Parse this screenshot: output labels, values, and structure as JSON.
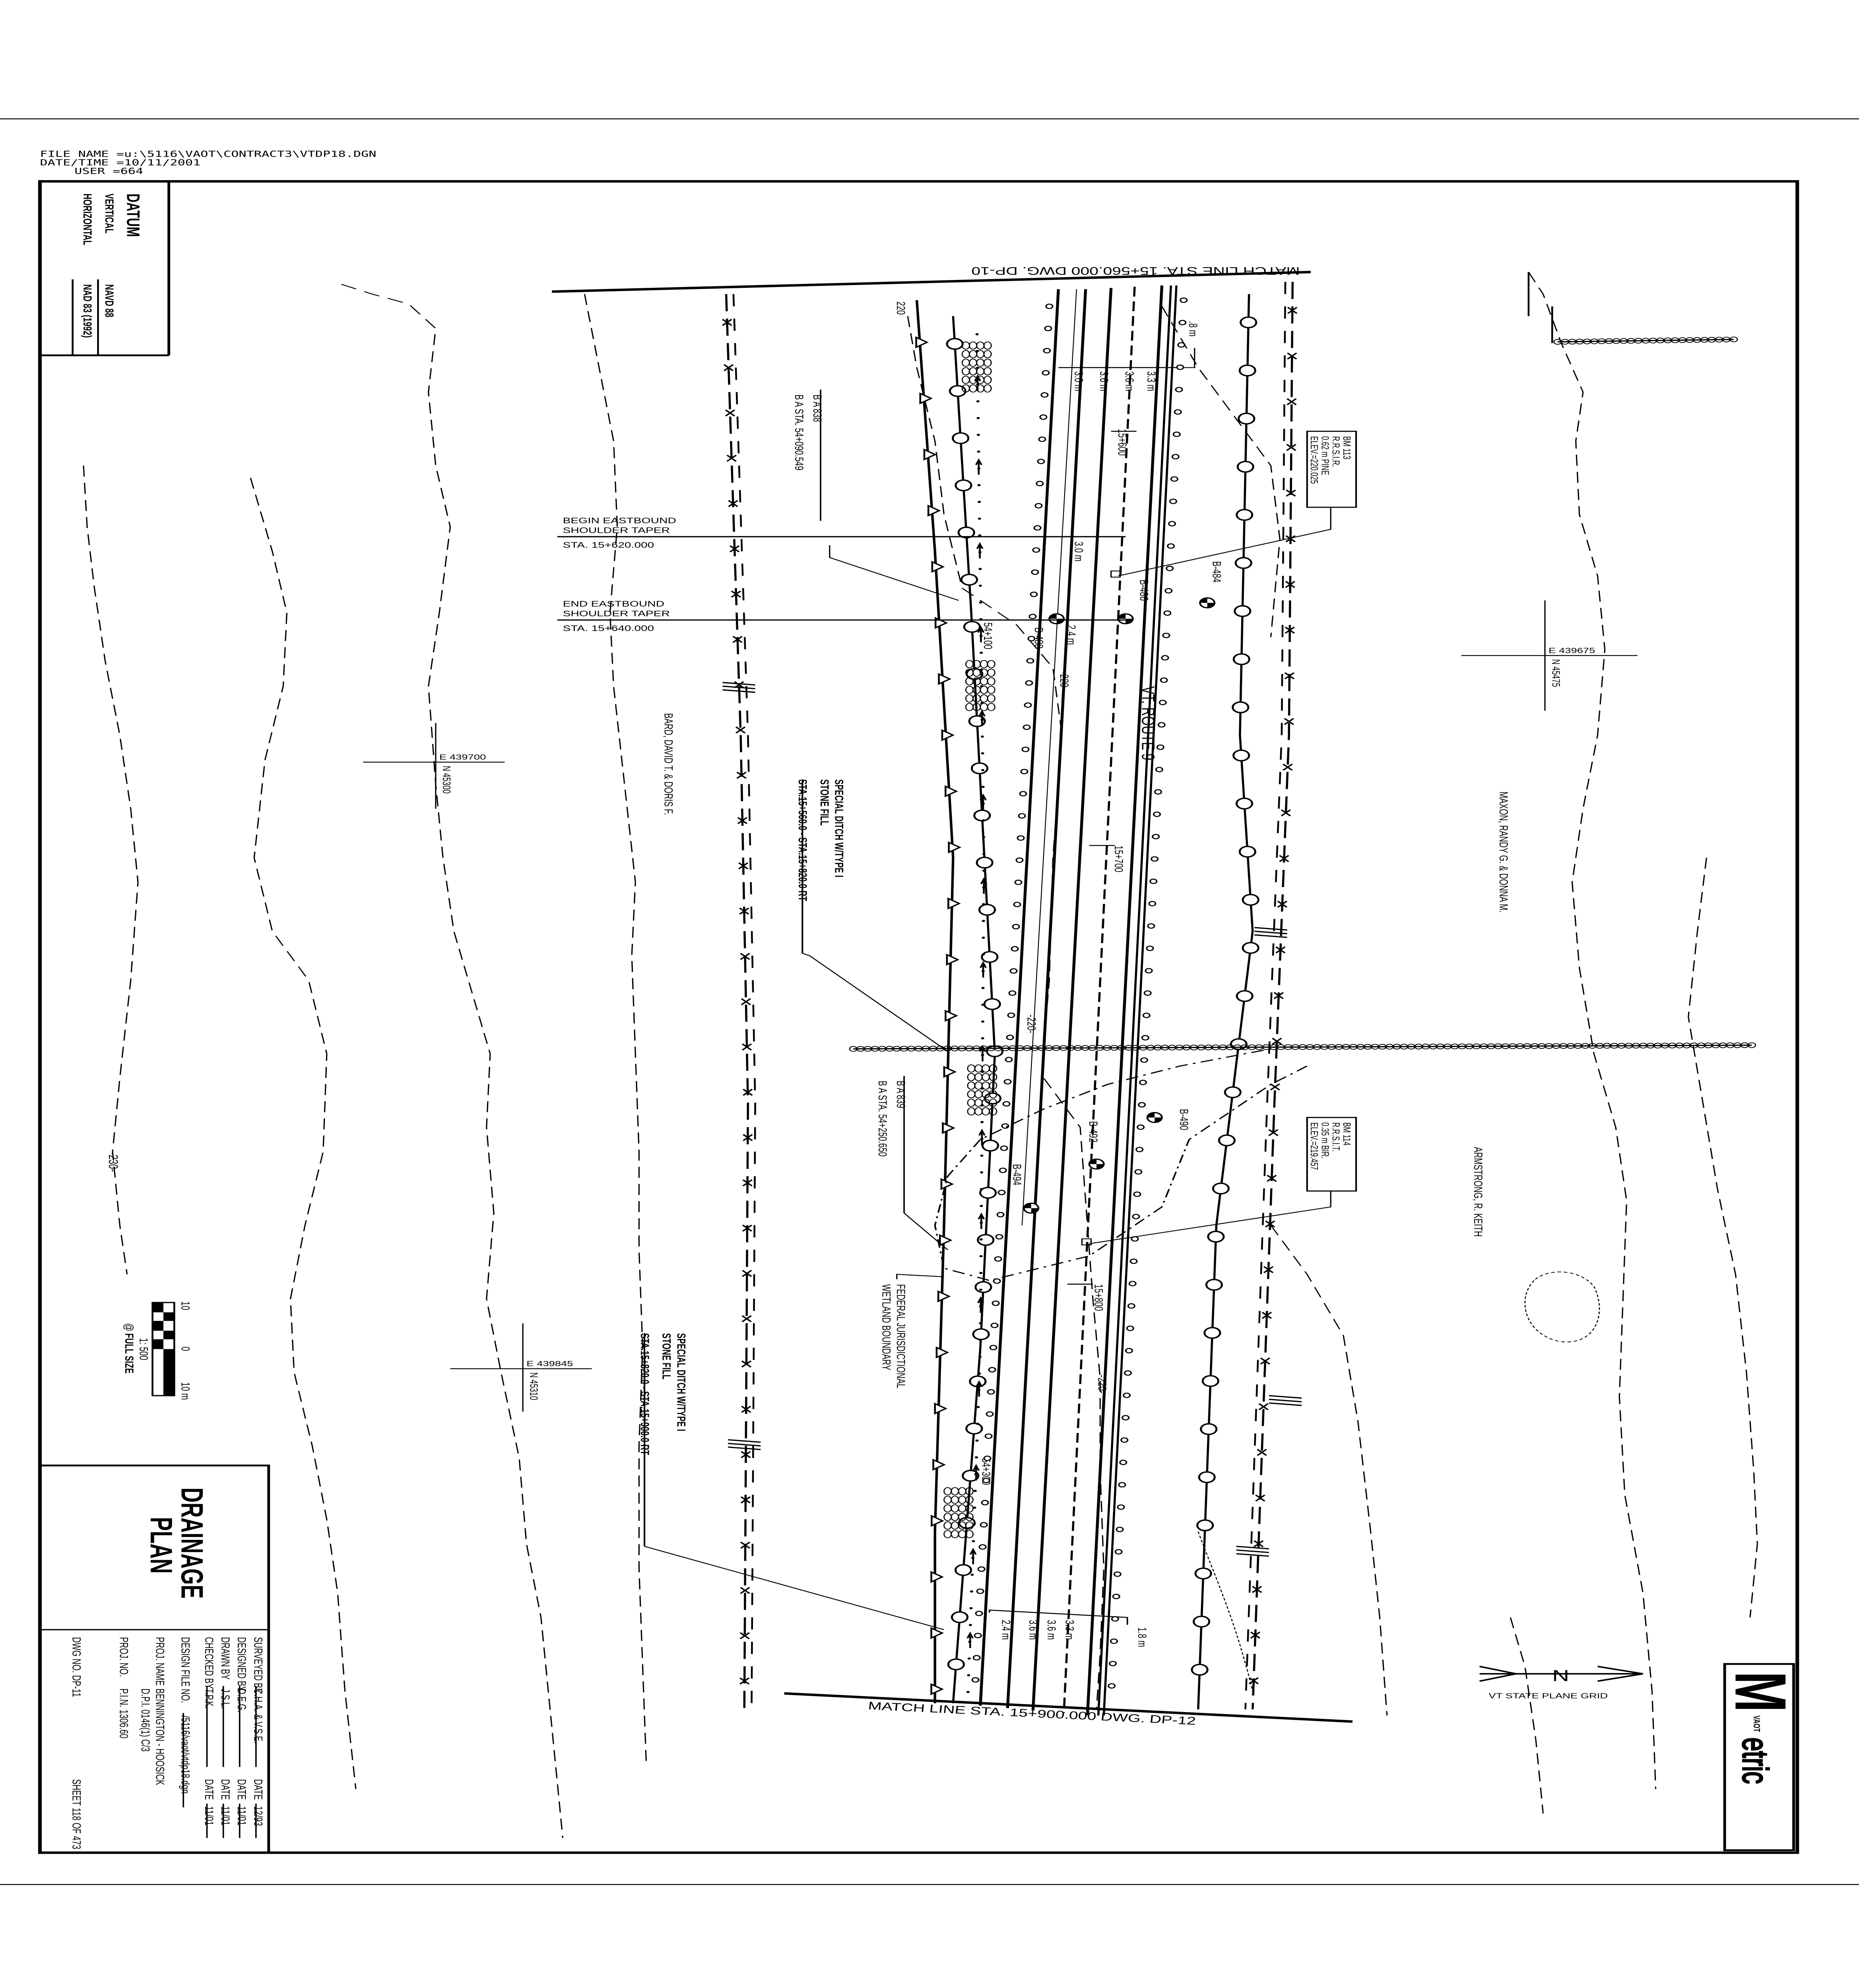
{
  "header": {
    "file_name": "FILE NAME =u:\\5116\\VAOT\\CONTRACT3\\VTDP18.DGN",
    "date_time": "DATE/TIME =10/11/2001",
    "user": "USER =664"
  },
  "datum": {
    "title": "DATUM",
    "vertical_label": "VERTICAL",
    "vertical_value": "NAVD 88",
    "horizontal_label": "HORIZONTAL",
    "horizontal_value": "NAD 83 (1992)"
  },
  "scale_bar": {
    "left": "10",
    "zero": "0",
    "right": "10 m",
    "ratio": "1: 500",
    "note": "@ FULL SIZE"
  },
  "title_block": {
    "title_line1": "DRAINAGE",
    "title_line2": "PLAN",
    "rows": [
      {
        "label": "SURVEYED BY",
        "value": "C.H.A. & V.S.E.",
        "date_label": "DATE",
        "date": "12/93"
      },
      {
        "label": "DESIGNED BY",
        "value": "D.E.G.",
        "date_label": "DATE",
        "date": "11/01"
      },
      {
        "label": "DRAWN BY",
        "value": "J.S.L.",
        "date_label": "DATE",
        "date": "11/01"
      },
      {
        "label": "CHECKED BY",
        "value": "T.P.K.",
        "date_label": "DATE",
        "date": "11/01"
      }
    ],
    "design_file_label": "DESIGN FILE NO.",
    "design_file": "/5116/vaot/vtdp18.dgn",
    "proj_name_label": "PROJ. NAME",
    "proj_name_1": "BENNINGTON - HOOSICK",
    "proj_name_2": "D.P.I. 0146(1) C/3",
    "proj_no_label": "PROJ. NO.",
    "proj_no": "P.I.N. 1306.60",
    "dwg_no": "DWG NO. DP-11",
    "sheet": "SHEET 118 OF 473"
  },
  "logo": {
    "m": "M",
    "rest": "etric",
    "badge": "VAOT"
  },
  "north_arrow": {
    "letter": "N",
    "label": "VT STATE PLANE GRID"
  },
  "match_lines": {
    "top": "MATCH LINE STA. 15+560.000 DWG. DP-10",
    "bottom": "MATCH LINE STA. 15+900.000 DWG. DP-12"
  },
  "road": {
    "name": "VT. ROUTE 9",
    "stations": [
      "15+600",
      "15+700",
      "15+800"
    ],
    "alignment_stations": [
      "54+100",
      "54+300"
    ],
    "dims_top": [
      "3.0 m",
      "3.6 m",
      "3.6 m",
      "3.3 m",
      ".8 m"
    ],
    "dim_shoulder_1": "3.0 m",
    "dim_shoulder_2": "2.4 m",
    "dims_bottom": [
      "2.4 m",
      "3.6 m",
      "3.6 m",
      "3.3 m",
      "1.8 m"
    ]
  },
  "contours": [
    "220",
    "-220-",
    "-220-",
    "-220-",
    "-230-"
  ],
  "annotations": {
    "begin_taper": [
      "BEGIN EASTBOUND",
      "SHOULDER TAPER",
      "STA. 15+620.000"
    ],
    "end_taper": [
      "END EASTBOUND",
      "SHOULDER TAPER",
      "STA. 15+640.000"
    ],
    "ba838": [
      "B A 838",
      "B A STA. 54+090.549"
    ],
    "ba839": [
      "B A 839",
      "B A STA. 54+250.650"
    ],
    "ditch1": [
      "SPECIAL DITCH W/TYPE I",
      "STONE FILL",
      "STA.15+560.0 - STA.15+820.0 RT"
    ],
    "ditch2": [
      "SPECIAL DITCH W/TYPE I",
      "STONE FILL",
      "STA.15+820.0 - STA.15+900.0 RT"
    ],
    "wetland": [
      "FEDERAL JURISDICTIONAL",
      "WETLAND BOUNDARY"
    ]
  },
  "benchmarks": [
    {
      "lines": [
        "BM 113",
        "R.R.S.I.R.",
        "0.62 m PINE",
        "ELEV.=220.025"
      ]
    },
    {
      "lines": [
        "BM 114",
        "R.R.S.I.T.",
        "0.35 m BIR.",
        "ELEV.=219.457"
      ]
    }
  ],
  "borings": [
    "B-484",
    "B-486",
    "B-488",
    "B-490",
    "B-492",
    "B-494"
  ],
  "grid_ticks": [
    {
      "e": "E 439700",
      "n": "N 45300"
    },
    {
      "e": "E 439675",
      "n": "N 45475"
    },
    {
      "e": "E 439845",
      "n": "N 45310"
    }
  ],
  "owners": [
    "MAXON, RANDY G. & DONNA M.",
    "ARMSTRONG, R. KEITH",
    "BARD, DAVID T. & DORIS F."
  ]
}
